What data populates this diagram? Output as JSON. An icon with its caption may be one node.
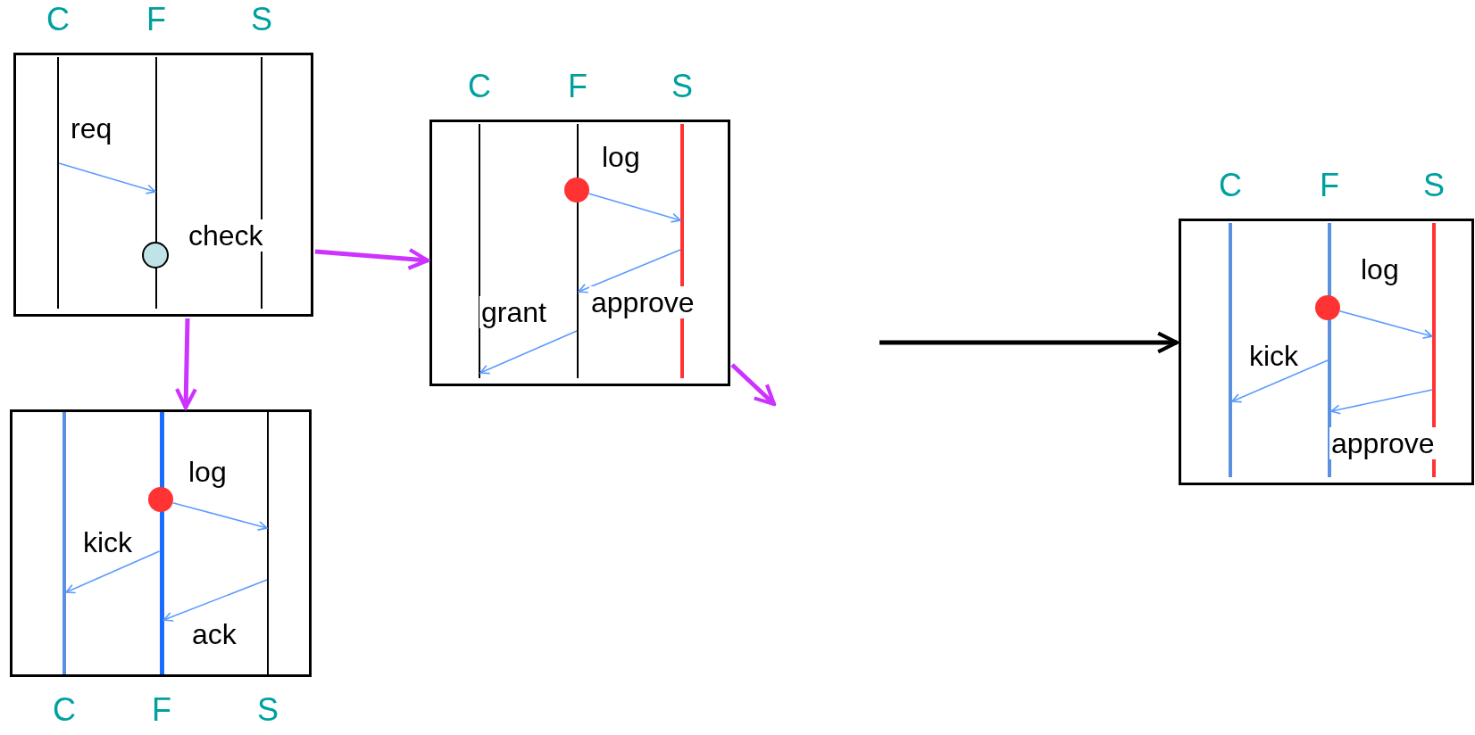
{
  "diagram": {
    "nodes": [
      {
        "text": [],
        "shape": "box"
      },
      {
        "text": [
          "C"
        ],
        "in": 0
      },
      {
        "text": [
          "F"
        ],
        "in": 0
      },
      {
        "text": [
          "S"
        ],
        "in": 0
      },
      {
        "text": [],
        "shape": "circle",
        "in": 0
      },
      {
        "text": [],
        "shape": "box"
      },
      {
        "text": [
          "C"
        ],
        "in": 5
      },
      {
        "text": [
          "F"
        ],
        "in": 5
      },
      {
        "text": [
          "S"
        ],
        "in": 5
      },
      {
        "text": [],
        "shape": "circle",
        "in": 5
      },
      {
        "text": [],
        "shape": "box"
      },
      {
        "text": [
          "C"
        ],
        "in": 10
      },
      {
        "text": [
          "F"
        ],
        "in": 10
      },
      {
        "text": [
          "S"
        ],
        "in": 10
      },
      {
        "text": [],
        "shape": "circle",
        "in": 10
      },
      {
        "text": [],
        "shape": "box"
      },
      {
        "text": [
          "C"
        ],
        "in": 15
      },
      {
        "text": [
          "F"
        ],
        "in": 15
      },
      {
        "text": [
          "S"
        ],
        "in": 15
      },
      {
        "text": [],
        "shape": "circle",
        "in": 15
      }
    ],
    "edges": [
      {
        "from": 1,
        "to": 2,
        "arrow": "to",
        "label": "req"
      },
      {
        "from": 9,
        "to": 8,
        "arrow": "to",
        "label": "log"
      },
      {
        "from": 8,
        "to": 7,
        "arrow": "to",
        "label": "approve"
      },
      {
        "from": 7,
        "to": 6,
        "arrow": "to",
        "label": "grant"
      },
      {
        "from": 14,
        "to": 13,
        "arrow": "to",
        "label": "log"
      },
      {
        "from": 12,
        "to": 11,
        "arrow": "to",
        "label": "kick"
      },
      {
        "from": 13,
        "to": 12,
        "arrow": "to",
        "label": "ack"
      },
      {
        "from": 19,
        "to": 18,
        "arrow": "to",
        "label": "log"
      },
      {
        "from": 17,
        "to": 16,
        "arrow": "to",
        "label": "kick"
      },
      {
        "from": 18,
        "to": 17,
        "arrow": "to",
        "label": "approve"
      },
      {
        "from": 0,
        "to": 5,
        "arrow": "to",
        "style": "thick",
        "color": "#cc33ff"
      },
      {
        "from": 0,
        "to": 10,
        "arrow": "to",
        "style": "thick",
        "color": "#cc33ff"
      },
      {
        "from": 5,
        "to": null,
        "arrow": "to",
        "style": "thick",
        "color": "#cc33ff"
      },
      {
        "from": null,
        "to": 15,
        "arrow": "to",
        "style": "thick",
        "color": "#000000"
      }
    ],
    "labels": [
      "check"
    ]
  }
}
